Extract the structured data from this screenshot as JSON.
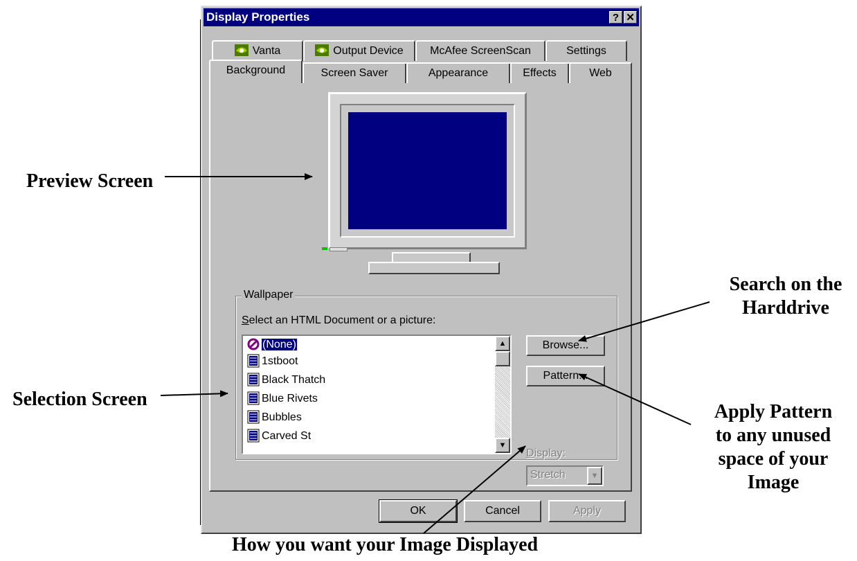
{
  "window": {
    "title": "Display Properties",
    "help_glyph": "?",
    "close_glyph": "✕"
  },
  "tabs": {
    "row_back": [
      {
        "label": "Vanta",
        "icon": "nvidia-icon"
      },
      {
        "label": "Output Device",
        "icon": "nvidia-icon"
      },
      {
        "label": "McAfee ScreenScan"
      },
      {
        "label": "Settings"
      }
    ],
    "row_front": [
      {
        "label": "Background",
        "active": true
      },
      {
        "label": "Screen Saver"
      },
      {
        "label": "Appearance"
      },
      {
        "label": "Effects"
      },
      {
        "label": "Web"
      }
    ]
  },
  "wallpaper": {
    "group_label": "Wallpaper",
    "select_label": "Select an HTML Document or a picture:",
    "items": [
      {
        "label": "(None)",
        "icon": "none-icon",
        "selected": true
      },
      {
        "label": "1stboot",
        "icon": "bitmap-icon"
      },
      {
        "label": "Black Thatch",
        "icon": "bitmap-icon"
      },
      {
        "label": "Blue Rivets",
        "icon": "bitmap-icon"
      },
      {
        "label": "Bubbles",
        "icon": "bitmap-icon"
      },
      {
        "label": "Carved St",
        "icon": "bitmap-icon"
      }
    ],
    "browse_label": "Browse...",
    "pattern_label": "Pattern...",
    "display_label": "Display:",
    "display_value": "Stretch"
  },
  "buttons": {
    "ok": "OK",
    "cancel": "Cancel",
    "apply": "Apply"
  },
  "annotations": {
    "preview": "Preview Screen",
    "selection": "Selection Screen",
    "search_line1": "Search on the",
    "search_line2": "Harddrive",
    "pattern_line1": "Apply Pattern",
    "pattern_line2": "to any unused",
    "pattern_line3": "space of your",
    "pattern_line4": "Image",
    "display_how": "How you want your Image Displayed"
  },
  "colors": {
    "titlebar": "#000080",
    "face": "#c0c0c0",
    "preview_screen": "#000080",
    "selection": "#000080"
  }
}
